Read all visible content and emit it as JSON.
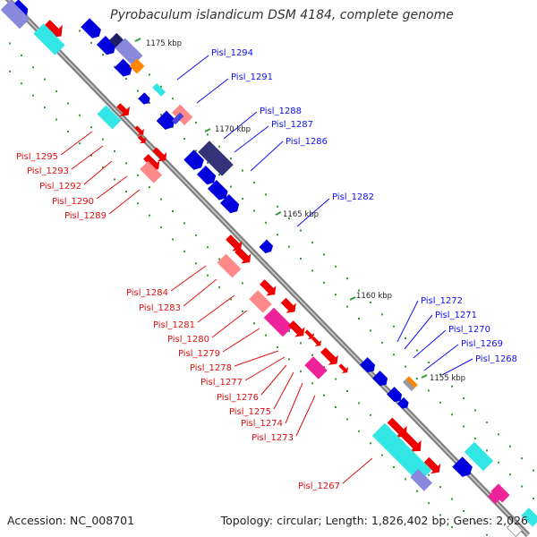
{
  "title": "Pyrobaculum islandicum DSM 4184, complete genome",
  "footer": {
    "accession": "Accession: NC_008701",
    "topology": "Topology: circular; Length: 1,826,402 bp; Genes: 2,026"
  },
  "colors": {
    "forward_label": "#1010ee",
    "reverse_label": "#dd1111",
    "backbone": "#808080",
    "tick": "#339933"
  },
  "kbp_ticks": [
    "1175 kbp",
    "1170 kbp",
    "1165 kbp",
    "1160 kbp",
    "1155 kbp"
  ],
  "forward_labels": [
    "Pisl_1294",
    "Pisl_1291",
    "Pisl_1288",
    "Pisl_1287",
    "Pisl_1286",
    "Pisl_1282",
    "Pisl_1272",
    "Pisl_1271",
    "Pisl_1270",
    "Pisl_1269",
    "Pisl_1268"
  ],
  "reverse_labels": [
    "Pisl_1295",
    "Pisl_1293",
    "Pisl_1292",
    "Pisl_1290",
    "Pisl_1289",
    "Pisl_1284",
    "Pisl_1283",
    "Pisl_1281",
    "Pisl_1280",
    "Pisl_1279",
    "Pisl_1278",
    "Pisl_1277",
    "Pisl_1276",
    "Pisl_1275",
    "Pisl_1274",
    "Pisl_1273",
    "Pisl_1267"
  ]
}
